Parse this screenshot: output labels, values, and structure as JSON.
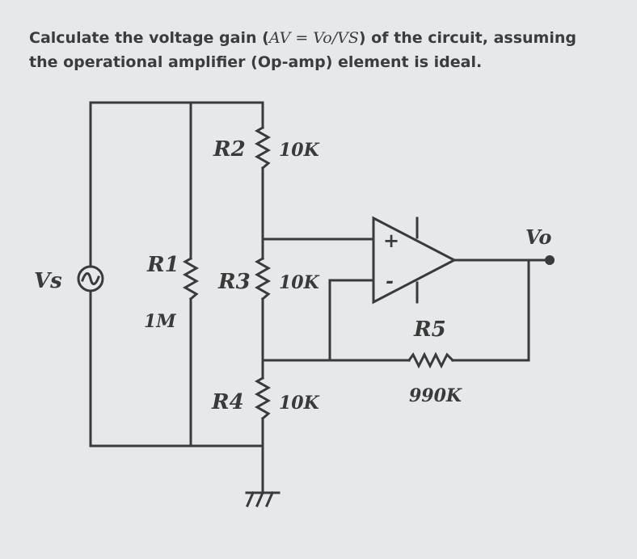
{
  "question": {
    "line1_prefix": "Calculate the voltage gain (",
    "line1_eq": "AV = Vo/VS",
    "line1_suffix": ") of the circuit, assuming",
    "line2": "the operational amplifier (Op-amp) element is ideal."
  },
  "circuit": {
    "source_label": "Vs",
    "output_label": "Vo",
    "opamp_plus": "+",
    "opamp_minus": "-",
    "resistors": {
      "r1": {
        "name": "R1",
        "value": "1M"
      },
      "r2": {
        "name": "R2",
        "value": "10K"
      },
      "r3": {
        "name": "R3",
        "value": "10K"
      },
      "r4": {
        "name": "R4",
        "value": "10K"
      },
      "r5": {
        "name": "R5",
        "value": "990K"
      }
    }
  }
}
